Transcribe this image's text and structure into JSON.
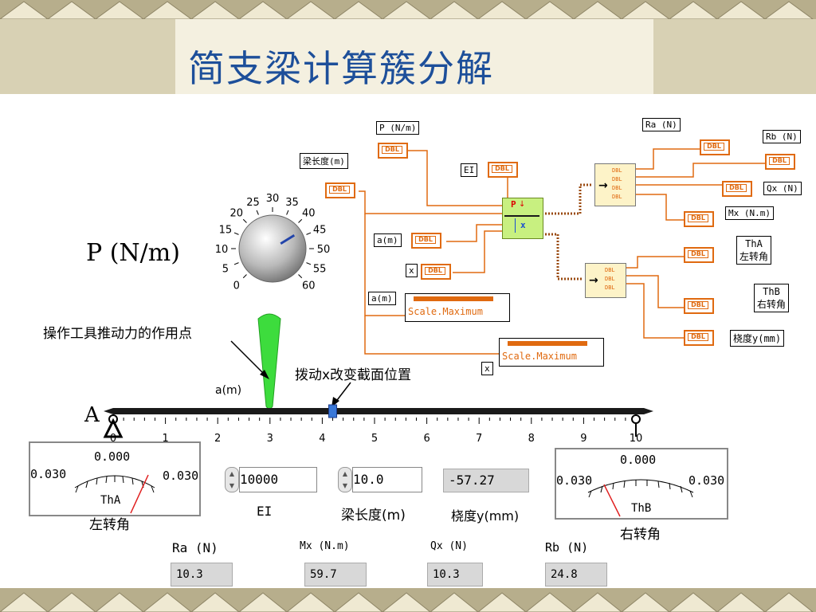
{
  "slide": {
    "title": "简支梁计算簇分解",
    "p_label": "P (N/m)",
    "annotation_force_point": "操作工具推动力的作用点",
    "annotation_move_x": "拨动x改变截面位置",
    "a_label": "a(m)",
    "support_a": "A"
  },
  "block_diagram": {
    "terminals": {
      "p_nm": "P (N/m)",
      "beam_length": "梁长度(m)",
      "ei": "EI",
      "a_m": "a(m)",
      "x": "x",
      "a_m_scale": "a(m)",
      "x_scale": "x",
      "ra": "Ra (N)",
      "rb": "Rb (N)",
      "qx": "Qx (N)",
      "mx": "Mx (N.m)",
      "tha_code": "ThA",
      "tha_name": "左转角",
      "thb_code": "ThB",
      "thb_name": "右转角",
      "deflection": "桡度y(mm)"
    },
    "dbl_tag": "DBL",
    "scale_max_label": "Scale.Maximum",
    "node_p": "P",
    "node_x": "x"
  },
  "knob": {
    "ticks": [
      "0",
      "5",
      "10",
      "15",
      "20",
      "25",
      "30",
      "35",
      "40",
      "45",
      "50",
      "55",
      "60"
    ],
    "value": 43
  },
  "beam": {
    "ticks": [
      "0",
      "1",
      "2",
      "3",
      "4",
      "5",
      "6",
      "7",
      "8",
      "9",
      "10"
    ],
    "a_value": 3,
    "x_value": 4.2,
    "length": 10
  },
  "gauges": {
    "tha": {
      "center": "0.000",
      "left": "0.030",
      "right": "0.030",
      "name": "ThA",
      "caption": "左转角"
    },
    "thb": {
      "center": "0.000",
      "left": "0.030",
      "right": "0.030",
      "name": "ThB",
      "caption": "右转角"
    }
  },
  "controls": {
    "ei": {
      "value": "10000",
      "label": "EI"
    },
    "beam_length": {
      "value": "10.0",
      "label": "梁长度(m)"
    },
    "deflection": {
      "value": "-57.27",
      "label": "桡度y(mm)"
    }
  },
  "outputs": {
    "ra": {
      "label": "Ra (N)",
      "value": "10.3"
    },
    "mx": {
      "label": "Mx (N.m)",
      "value": "59.7"
    },
    "qx": {
      "label": "Qx (N)",
      "value": "10.3"
    },
    "rb": {
      "label": "Rb (N)",
      "value": "24.8"
    }
  },
  "colors": {
    "title": "#1d4f9a",
    "wire": "#e06a10",
    "indicator": "#d8d8d8",
    "band": "#c9c2a3"
  }
}
